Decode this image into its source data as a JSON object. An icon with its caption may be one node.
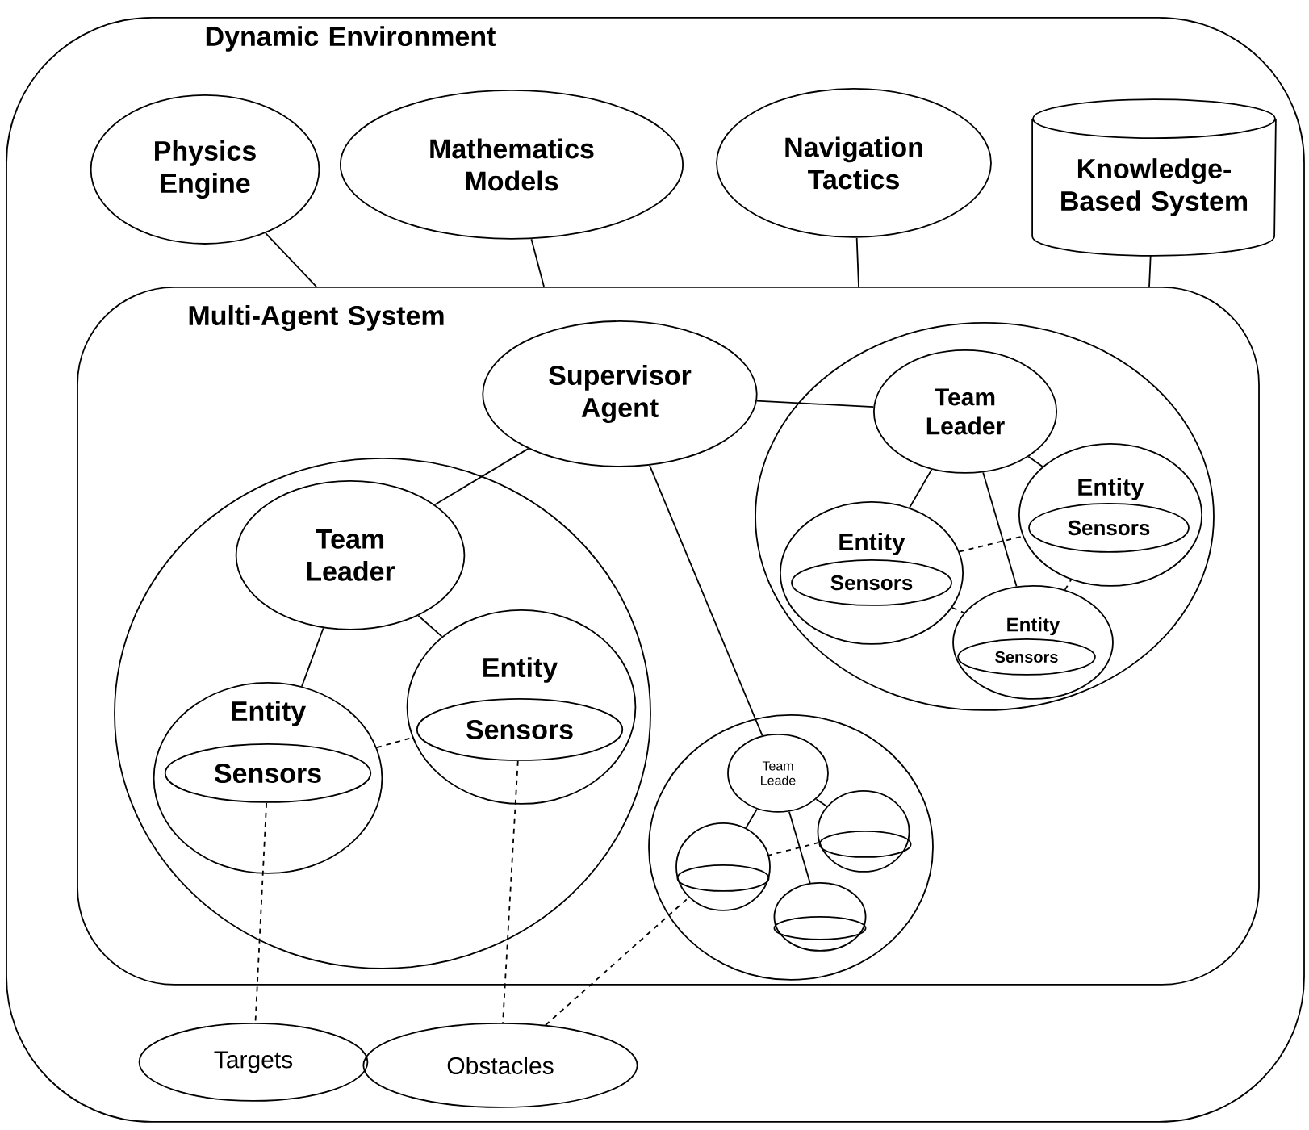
{
  "diagram": {
    "nodes": [
      {
        "text": [
          "Dynamic Environment"
        ]
      },
      {
        "text": [
          "Physics Engine"
        ],
        "in": 0
      },
      {
        "text": [
          "Mathematics Models"
        ],
        "in": 0
      },
      {
        "text": [
          "Navigation Tactics"
        ],
        "in": 0
      },
      {
        "text": [
          "Knowledge-Based System"
        ],
        "in": 0
      },
      {
        "text": [
          "Multi-Agent System"
        ],
        "in": 0
      },
      {
        "text": [
          "Supervisor Agent"
        ],
        "in": 5
      },
      {
        "text": [],
        "shape": "circle",
        "in": 5
      },
      {
        "text": [
          "Team Leader"
        ],
        "in": 7
      },
      {
        "text": [
          "Entity"
        ],
        "in": 7
      },
      {
        "text": [
          "Sensors"
        ],
        "in": 9
      },
      {
        "text": [
          "Entity"
        ],
        "in": 7
      },
      {
        "text": [
          "Sensors"
        ],
        "in": 11
      },
      {
        "text": [
          "Entity"
        ],
        "in": 7
      },
      {
        "text": [
          "Sensors"
        ],
        "in": 13
      },
      {
        "text": [],
        "shape": "circle",
        "in": 5
      },
      {
        "text": [
          "Team Leader"
        ],
        "in": 15
      },
      {
        "text": [
          "Entity"
        ],
        "in": 15
      },
      {
        "text": [
          "Sensors"
        ],
        "in": 17
      },
      {
        "text": [
          "Entity"
        ],
        "in": 15
      },
      {
        "text": [
          "Sensors"
        ],
        "in": 19
      },
      {
        "text": [],
        "shape": "circle",
        "in": 5
      },
      {
        "text": [
          "Team Leade"
        ],
        "in": 21
      },
      {
        "text": [],
        "shape": "circle",
        "in": 21
      },
      {
        "text": [],
        "shape": "circle",
        "in": 23
      },
      {
        "text": [],
        "shape": "circle",
        "in": 21
      },
      {
        "text": [],
        "shape": "circle",
        "in": 25
      },
      {
        "text": [],
        "shape": "circle",
        "in": 21
      },
      {
        "text": [],
        "shape": "circle",
        "in": 27
      },
      {
        "text": [
          "Targets"
        ],
        "in": 0
      },
      {
        "text": [
          "Obstacles"
        ],
        "in": 0
      }
    ],
    "edges": [
      {
        "from": 1,
        "to": 5,
        "arrow": "none"
      },
      {
        "from": 2,
        "to": 5,
        "arrow": "none"
      },
      {
        "from": 3,
        "to": 5,
        "arrow": "none"
      },
      {
        "from": 4,
        "to": 5,
        "arrow": "none"
      },
      {
        "from": 6,
        "to": 8,
        "arrow": "none"
      },
      {
        "from": 6,
        "to": 16,
        "arrow": "none"
      },
      {
        "from": 6,
        "to": 22,
        "arrow": "none"
      },
      {
        "from": 8,
        "to": 11,
        "arrow": "none"
      },
      {
        "from": 8,
        "to": 9,
        "arrow": "none"
      },
      {
        "from": 8,
        "to": 13,
        "arrow": "none"
      },
      {
        "from": 11,
        "to": 9,
        "arrow": "none",
        "style": "dashed"
      },
      {
        "from": 11,
        "to": 13,
        "arrow": "none",
        "style": "dashed"
      },
      {
        "from": 13,
        "to": 9,
        "arrow": "none",
        "style": "dashed"
      },
      {
        "from": 16,
        "to": 17,
        "arrow": "none"
      },
      {
        "from": 16,
        "to": 19,
        "arrow": "none"
      },
      {
        "from": 17,
        "to": 19,
        "arrow": "none",
        "style": "dashed"
      },
      {
        "from": 22,
        "to": 23,
        "arrow": "none"
      },
      {
        "from": 22,
        "to": 25,
        "arrow": "none"
      },
      {
        "from": 22,
        "to": 27,
        "arrow": "none"
      },
      {
        "from": 25,
        "to": 23,
        "arrow": "none",
        "style": "dashed"
      },
      {
        "from": 18,
        "to": 29,
        "arrow": "none",
        "style": "dashed"
      },
      {
        "from": 20,
        "to": 30,
        "arrow": "none",
        "style": "dashed"
      },
      {
        "from": 30,
        "to": 23,
        "arrow": "none",
        "style": "dashed"
      }
    ]
  }
}
